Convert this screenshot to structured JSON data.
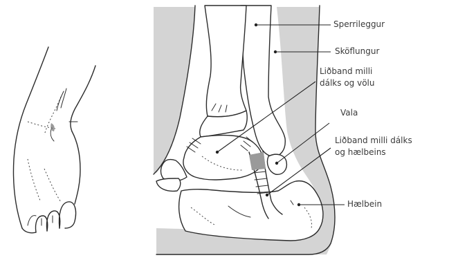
{
  "labels": {
    "fibula": "Sperrileggur",
    "tibia": "Sköflungur",
    "ligament_talofibular_1": "Liðband milli",
    "ligament_talofibular_2": "dálks og völu",
    "talus": "Vala",
    "ligament_calcaneofibular_1": "Liðband milli dálks",
    "ligament_calcaneofibular_2": "og hælbeins",
    "calcaneus": "Hælbein"
  },
  "colors": {
    "skin_shade": "#d4d4d4",
    "injury_highlight": "#9a9a9a",
    "line": "#2b2b2b"
  }
}
